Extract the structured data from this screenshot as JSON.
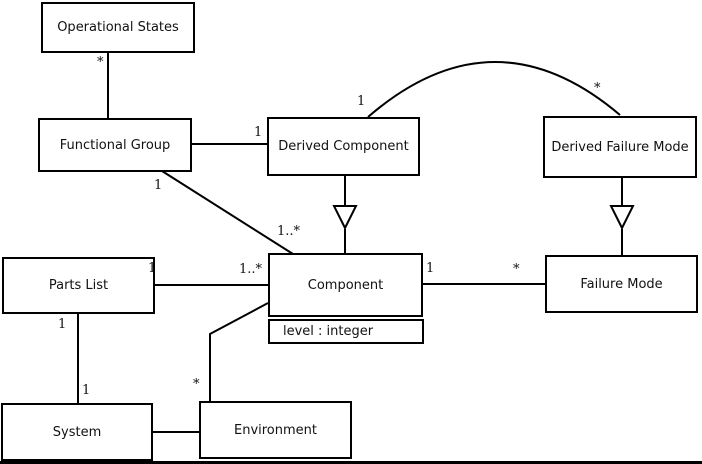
{
  "diagram": {
    "type": "uml-class-diagram",
    "colors": {
      "line": "#000000",
      "background": "#ffffff",
      "box_fill": "#ffffff"
    },
    "classes": [
      {
        "id": "operational-states",
        "label": "Operational States"
      },
      {
        "id": "functional-group",
        "label": "Functional Group"
      },
      {
        "id": "derived-component",
        "label": "Derived Component"
      },
      {
        "id": "derived-failure-mode",
        "label": "Derived Failure Mode"
      },
      {
        "id": "parts-list",
        "label": "Parts List"
      },
      {
        "id": "component",
        "label": "Component",
        "attributes": [
          "level : integer"
        ]
      },
      {
        "id": "failure-mode",
        "label": "Failure Mode"
      },
      {
        "id": "system",
        "label": "System"
      },
      {
        "id": "environment",
        "label": "Environment"
      }
    ],
    "multiplicities": [
      {
        "name": "operational-states-end",
        "text": "*"
      },
      {
        "name": "derived-component-left-end",
        "text": "1"
      },
      {
        "name": "functional-group-bottom-end",
        "text": "1"
      },
      {
        "name": "component-from-functional-group",
        "text": "1..*"
      },
      {
        "name": "arc-derived-component-end",
        "text": "1"
      },
      {
        "name": "arc-derived-failure-mode-end",
        "text": "*"
      },
      {
        "name": "parts-list-right-end",
        "text": "1"
      },
      {
        "name": "component-from-parts-list",
        "text": "1..*"
      },
      {
        "name": "component-right-end",
        "text": "1"
      },
      {
        "name": "failure-mode-left-end",
        "text": "*"
      },
      {
        "name": "parts-list-bottom-end",
        "text": "1"
      },
      {
        "name": "system-top-end",
        "text": "1"
      },
      {
        "name": "environment-top-end",
        "text": "*"
      }
    ]
  }
}
